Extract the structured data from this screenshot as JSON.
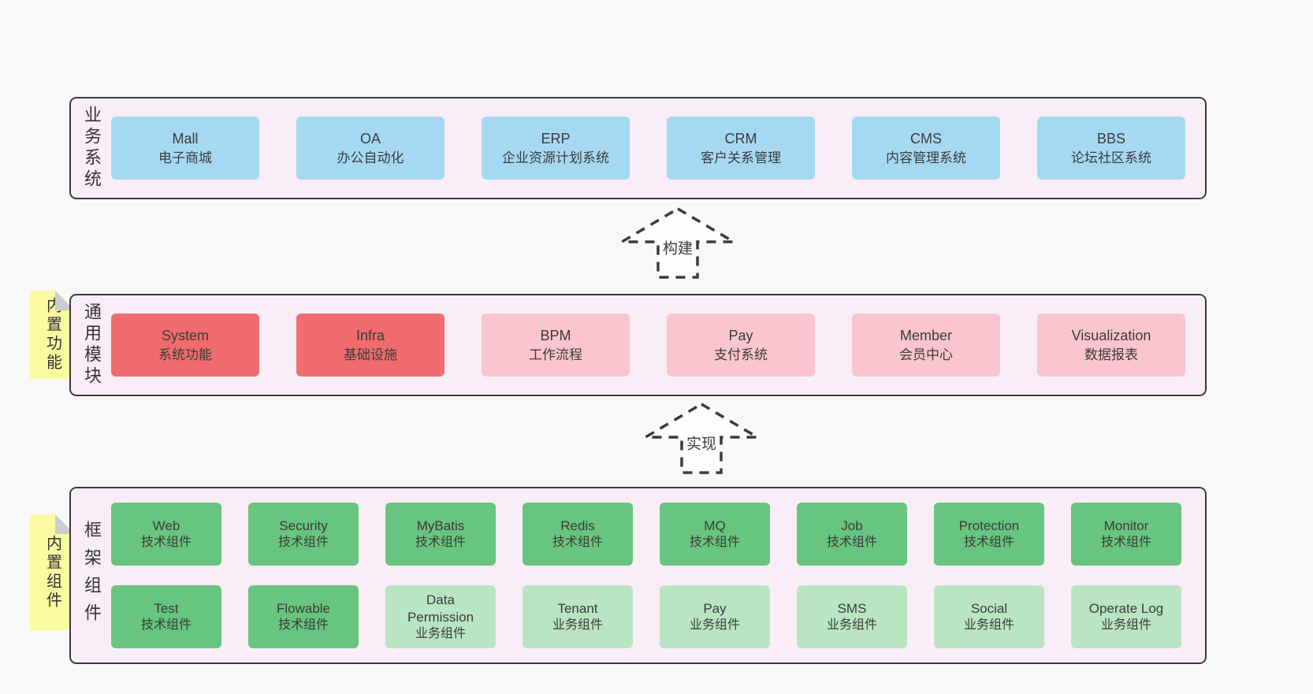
{
  "colors": {
    "page_bg": "#f8f8f8",
    "layer_bg": "#f9eef7",
    "layer_border": "#3b3b3b",
    "business_box": "#a5d9f3",
    "core_module_box": "#f06c6e",
    "optional_module_box": "#fac5cf",
    "tech_component_box": "#67c57f",
    "biz_component_box": "#bae5c3",
    "sticky_tab": "#fbf9a1",
    "sticky_fold": "#c9cdd0"
  },
  "arrows": [
    {
      "label": "构建"
    },
    {
      "label": "实现"
    }
  ],
  "layers": [
    {
      "label": "业务系统",
      "boxes": [
        {
          "title": "Mall",
          "subtitle": "电子商城"
        },
        {
          "title": "OA",
          "subtitle": "办公自动化"
        },
        {
          "title": "ERP",
          "subtitle": "企业资源计划系统"
        },
        {
          "title": "CRM",
          "subtitle": "客户关系管理"
        },
        {
          "title": "CMS",
          "subtitle": "内容管理系统"
        },
        {
          "title": "BBS",
          "subtitle": "论坛社区系统"
        }
      ]
    },
    {
      "label": "通用模块",
      "tab": "内置功能",
      "boxes": [
        {
          "title": "System",
          "subtitle": "系统功能"
        },
        {
          "title": "Infra",
          "subtitle": "基础设施"
        },
        {
          "title": "BPM",
          "subtitle": "工作流程"
        },
        {
          "title": "Pay",
          "subtitle": "支付系统"
        },
        {
          "title": "Member",
          "subtitle": "会员中心"
        },
        {
          "title": "Visualization",
          "subtitle": "数据报表"
        }
      ]
    },
    {
      "label": "框架组件",
      "tab": "内置组件",
      "rows": [
        [
          {
            "title": "Web",
            "subtitle": "技术组件"
          },
          {
            "title": "Security",
            "subtitle": "技术组件"
          },
          {
            "title": "MyBatis",
            "subtitle": "技术组件"
          },
          {
            "title": "Redis",
            "subtitle": "技术组件"
          },
          {
            "title": "MQ",
            "subtitle": "技术组件"
          },
          {
            "title": "Job",
            "subtitle": "技术组件"
          },
          {
            "title": "Protection",
            "subtitle": "技术组件"
          },
          {
            "title": "Monitor",
            "subtitle": "技术组件"
          }
        ],
        [
          {
            "title": "Test",
            "subtitle": "技术组件"
          },
          {
            "title": "Flowable",
            "subtitle": "技术组件"
          },
          {
            "title": "Data Permission",
            "subtitle": "业务组件"
          },
          {
            "title": "Tenant",
            "subtitle": "业务组件"
          },
          {
            "title": "Pay",
            "subtitle": "业务组件"
          },
          {
            "title": "SMS",
            "subtitle": "业务组件"
          },
          {
            "title": "Social",
            "subtitle": "业务组件"
          },
          {
            "title": "Operate Log",
            "subtitle": "业务组件"
          }
        ]
      ]
    }
  ]
}
